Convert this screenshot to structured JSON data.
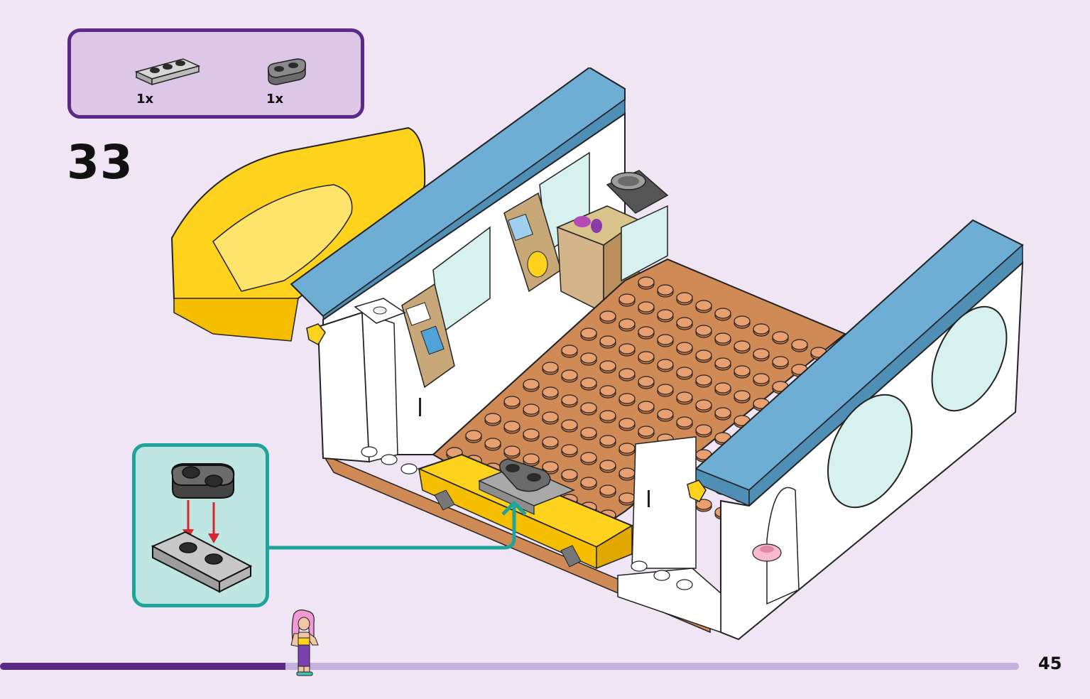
{
  "parts_list": {
    "items": [
      {
        "qty": "1x",
        "part_icon": "plate-1x3-light-gray-icon"
      },
      {
        "qty": "1x",
        "part_icon": "plate-rounded-1x2-dark-gray-icon"
      }
    ]
  },
  "step": {
    "number": "33"
  },
  "page": {
    "number": "45"
  },
  "progress": {
    "fraction": 0.28
  },
  "colors": {
    "background": "#efe5f5",
    "parts_box_border": "#5b2a86",
    "callout_border": "#1fa39b",
    "progress_fill": "#5b2a86",
    "progress_track": "#c4b1dc"
  }
}
